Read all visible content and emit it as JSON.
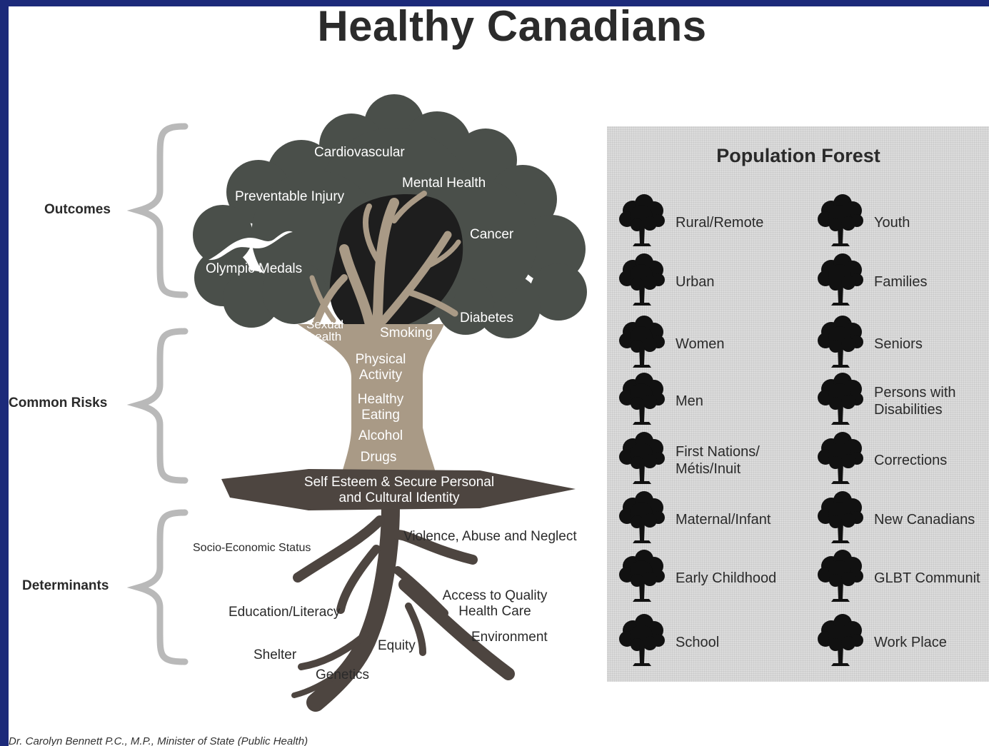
{
  "title": "Healthy Canadians",
  "side_labels": {
    "outcomes": "Outcomes",
    "common_risks": "Common Risks",
    "determinants": "Determinants"
  },
  "tree": {
    "outcomes": {
      "cardiovascular": "Cardiovascular",
      "preventable_injury": "Preventable Injury",
      "mental_health": "Mental Health",
      "cancer": "Cancer",
      "olympic_medals": "Olympic Medals",
      "diabetes": "Diabetes"
    },
    "risks": {
      "sexual_health": "Sexual\nhealth",
      "smoking": "Smoking",
      "physical_activity": "Physical\nActivity",
      "healthy_eating": "Healthy\nEating",
      "alcohol": "Alcohol",
      "drugs": "Drugs"
    },
    "ground": "Self Esteem & Secure Personal\nand Cultural Identity",
    "determinants": {
      "ses": "Socio-Economic Status",
      "violence": "Violence, Abuse and Neglect",
      "education": "Education/Literacy",
      "access": "Access to Quality\nHealth Care",
      "environment": "Environment",
      "equity": "Equity",
      "shelter": "Shelter",
      "genetics": "Genetics"
    }
  },
  "forest": {
    "title": "Population Forest",
    "left": [
      "Rural/Remote",
      "Urban",
      "Women",
      "Men",
      "First Nations/\nMétis/Inuit",
      "Maternal/Infant",
      "Early Childhood",
      "School"
    ],
    "right": [
      "Youth",
      "Families",
      "Seniors",
      "Persons with\nDisabilities",
      "Corrections",
      "New Canadians",
      "GLBT Communit",
      "Work Place"
    ]
  },
  "credit": "Dr. Carolyn Bennett P.C., M.P., Minister of State (Public Health)",
  "colors": {
    "background": "#1c2a7a",
    "canopy": "#4a4f4a",
    "trunk": "#a99a86",
    "roots": "#4d4540",
    "forest_panel": "#dcdcdc"
  }
}
